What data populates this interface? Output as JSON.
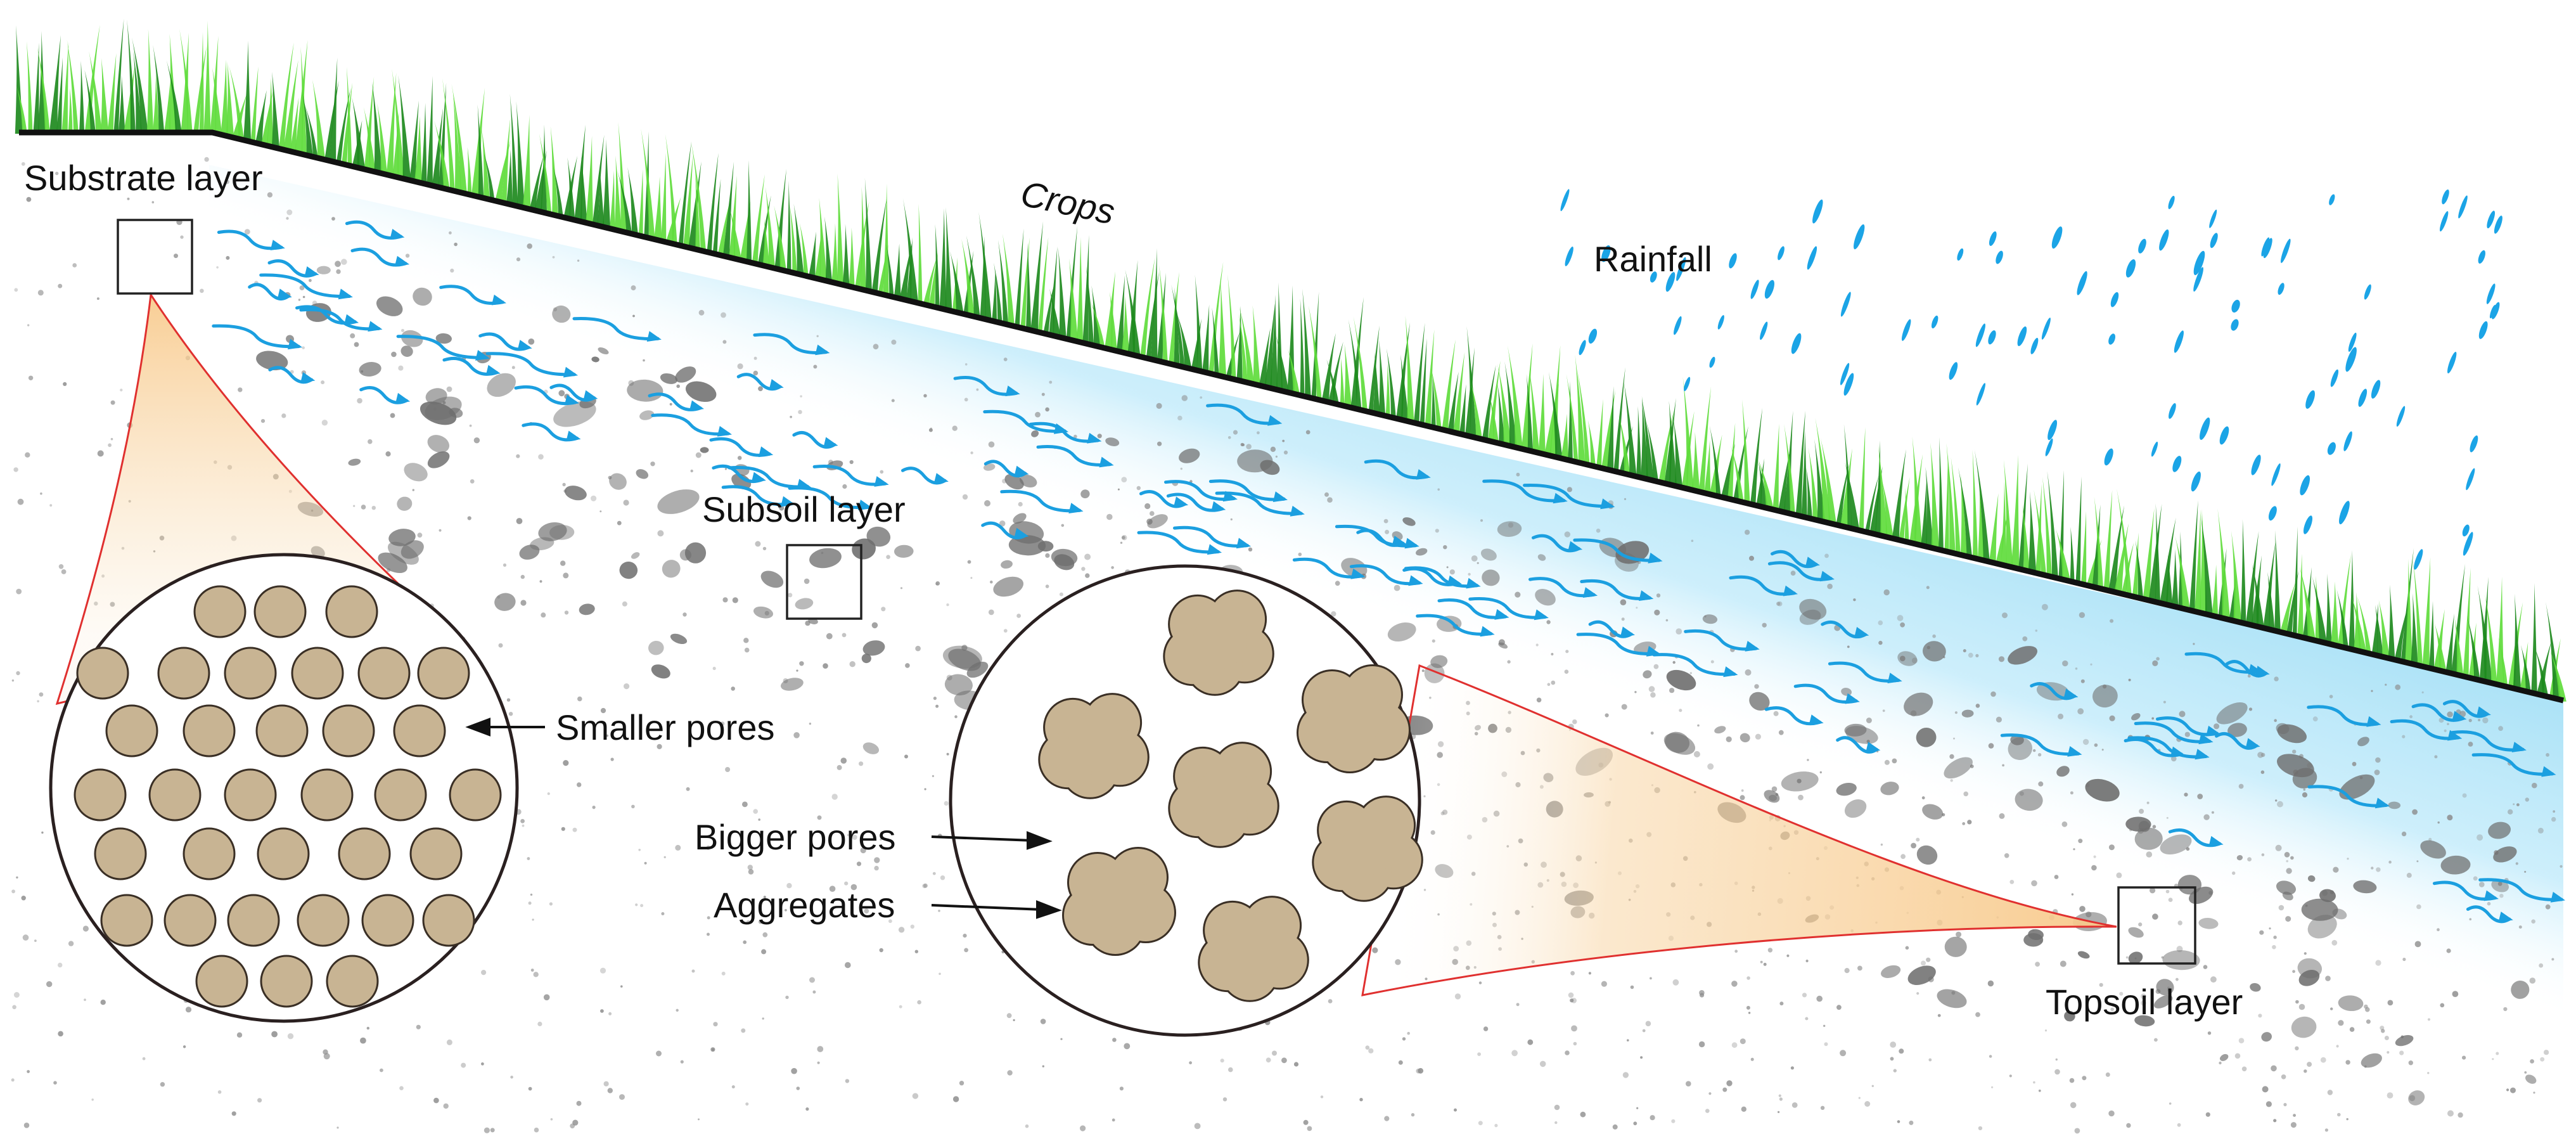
{
  "labels": {
    "substrate_layer": "Substrate layer",
    "crops": "Crops",
    "rainfall": "Rainfall",
    "subsoil_layer": "Subsoil layer",
    "smaller_pores": "Smaller pores",
    "bigger_pores": "Bigger pores",
    "aggregates": "Aggregates",
    "topsoil_layer": "Topsoil layer"
  },
  "colors": {
    "water": "#aee3f7",
    "water_arrow": "#1b9fe0",
    "rain": "#1ba4e6",
    "grass_dark": "#1e8a1e",
    "grass_light": "#5fdc3c",
    "particle": "#c8b493",
    "zoom_outline": "#e0302f",
    "zoom_fill": "#f8c98a",
    "soil_speck": "#8c8c8c",
    "surface_line": "#111111"
  },
  "icons": {
    "grass": "grass-blades",
    "rain": "raindrop-ellipses",
    "flow": "wavy-flow-arrows",
    "pointer": "black-arrow"
  }
}
